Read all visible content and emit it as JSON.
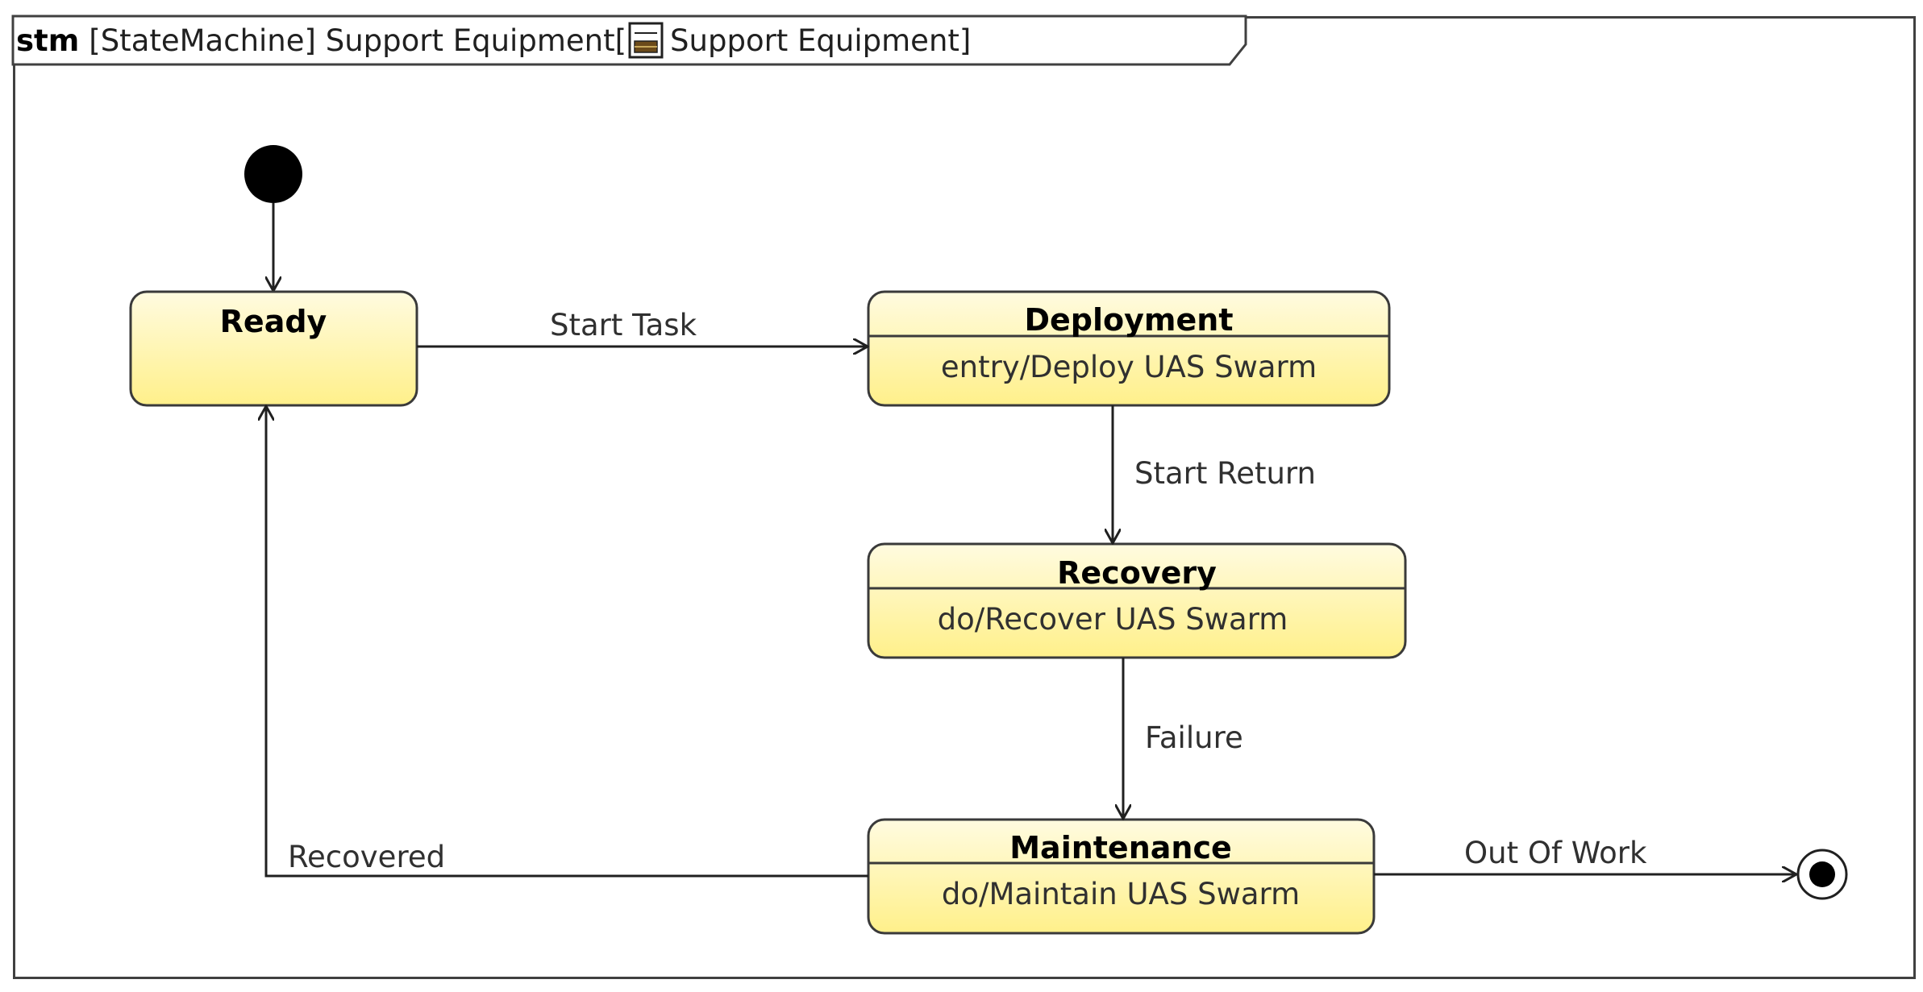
{
  "header": {
    "keyword": "stm",
    "title_prefix": "[StateMachine] Support Equipment[",
    "title_block": "Support Equipment]"
  },
  "states": {
    "ready": {
      "name": "Ready"
    },
    "deployment": {
      "name": "Deployment",
      "behavior": "entry/Deploy UAS Swarm"
    },
    "recovery": {
      "name": "Recovery",
      "behavior": "do/Recover UAS Swarm"
    },
    "maintenance": {
      "name": "Maintenance",
      "behavior": "do/Maintain UAS Swarm"
    }
  },
  "transitions": {
    "start_task": "Start Task",
    "start_return": "Start Return",
    "failure": "Failure",
    "recovered": "Recovered",
    "out_of_work": "Out Of Work"
  },
  "colors": {
    "state_fill_top": "#fffbe0",
    "state_fill_bottom": "#fff08a",
    "state_border": "#3a3a3a",
    "line": "#202020"
  },
  "icons": {
    "initial": "filled-circle",
    "final": "bullseye",
    "block": "block-icon"
  }
}
